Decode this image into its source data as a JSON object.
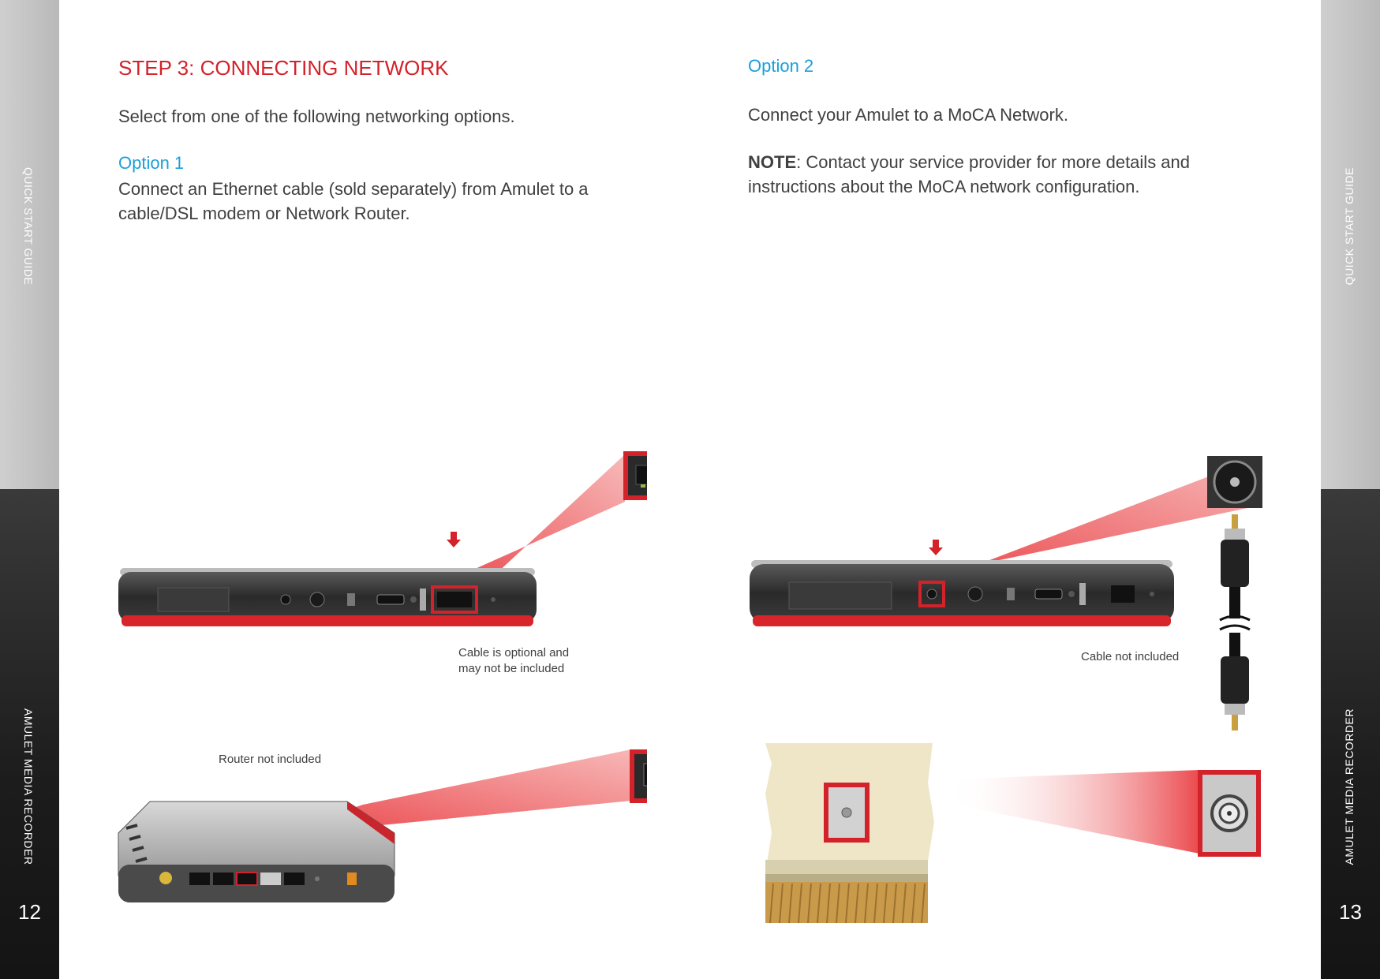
{
  "left_sidebar": {
    "top_label": "QUICK START GUIDE",
    "bottom_label": "AMULET MEDIA RECORDER",
    "page_number": "12"
  },
  "right_sidebar": {
    "top_label": "QUICK START GUIDE",
    "bottom_label": "AMULET MEDIA RECORDER",
    "page_number": "13"
  },
  "left_page": {
    "title": "STEP 3: CONNECTING NETWORK",
    "intro": "Select from one of the following networking options.",
    "option_heading": "Option 1",
    "option_text_line1": "Connect an Ethernet cable (sold separately) from Amulet to a",
    "option_text_line2": "cable/DSL modem or Network Router.",
    "caption_cable_line1": "Cable is optional and",
    "caption_cable_line2": "may not be included",
    "caption_router": "Router not included"
  },
  "right_page": {
    "option_heading": "Option 2",
    "option_text": "Connect your Amulet to a MoCA Network.",
    "note_label": "NOTE",
    "note_text_line1": ": Contact your service provider for more details and",
    "note_text_line2": "instructions about the MoCA network configuration.",
    "caption_cable": "Cable not included"
  },
  "colors": {
    "accent_red": "#d3222a",
    "accent_blue": "#1a9fd9",
    "body_text": "#404040"
  }
}
